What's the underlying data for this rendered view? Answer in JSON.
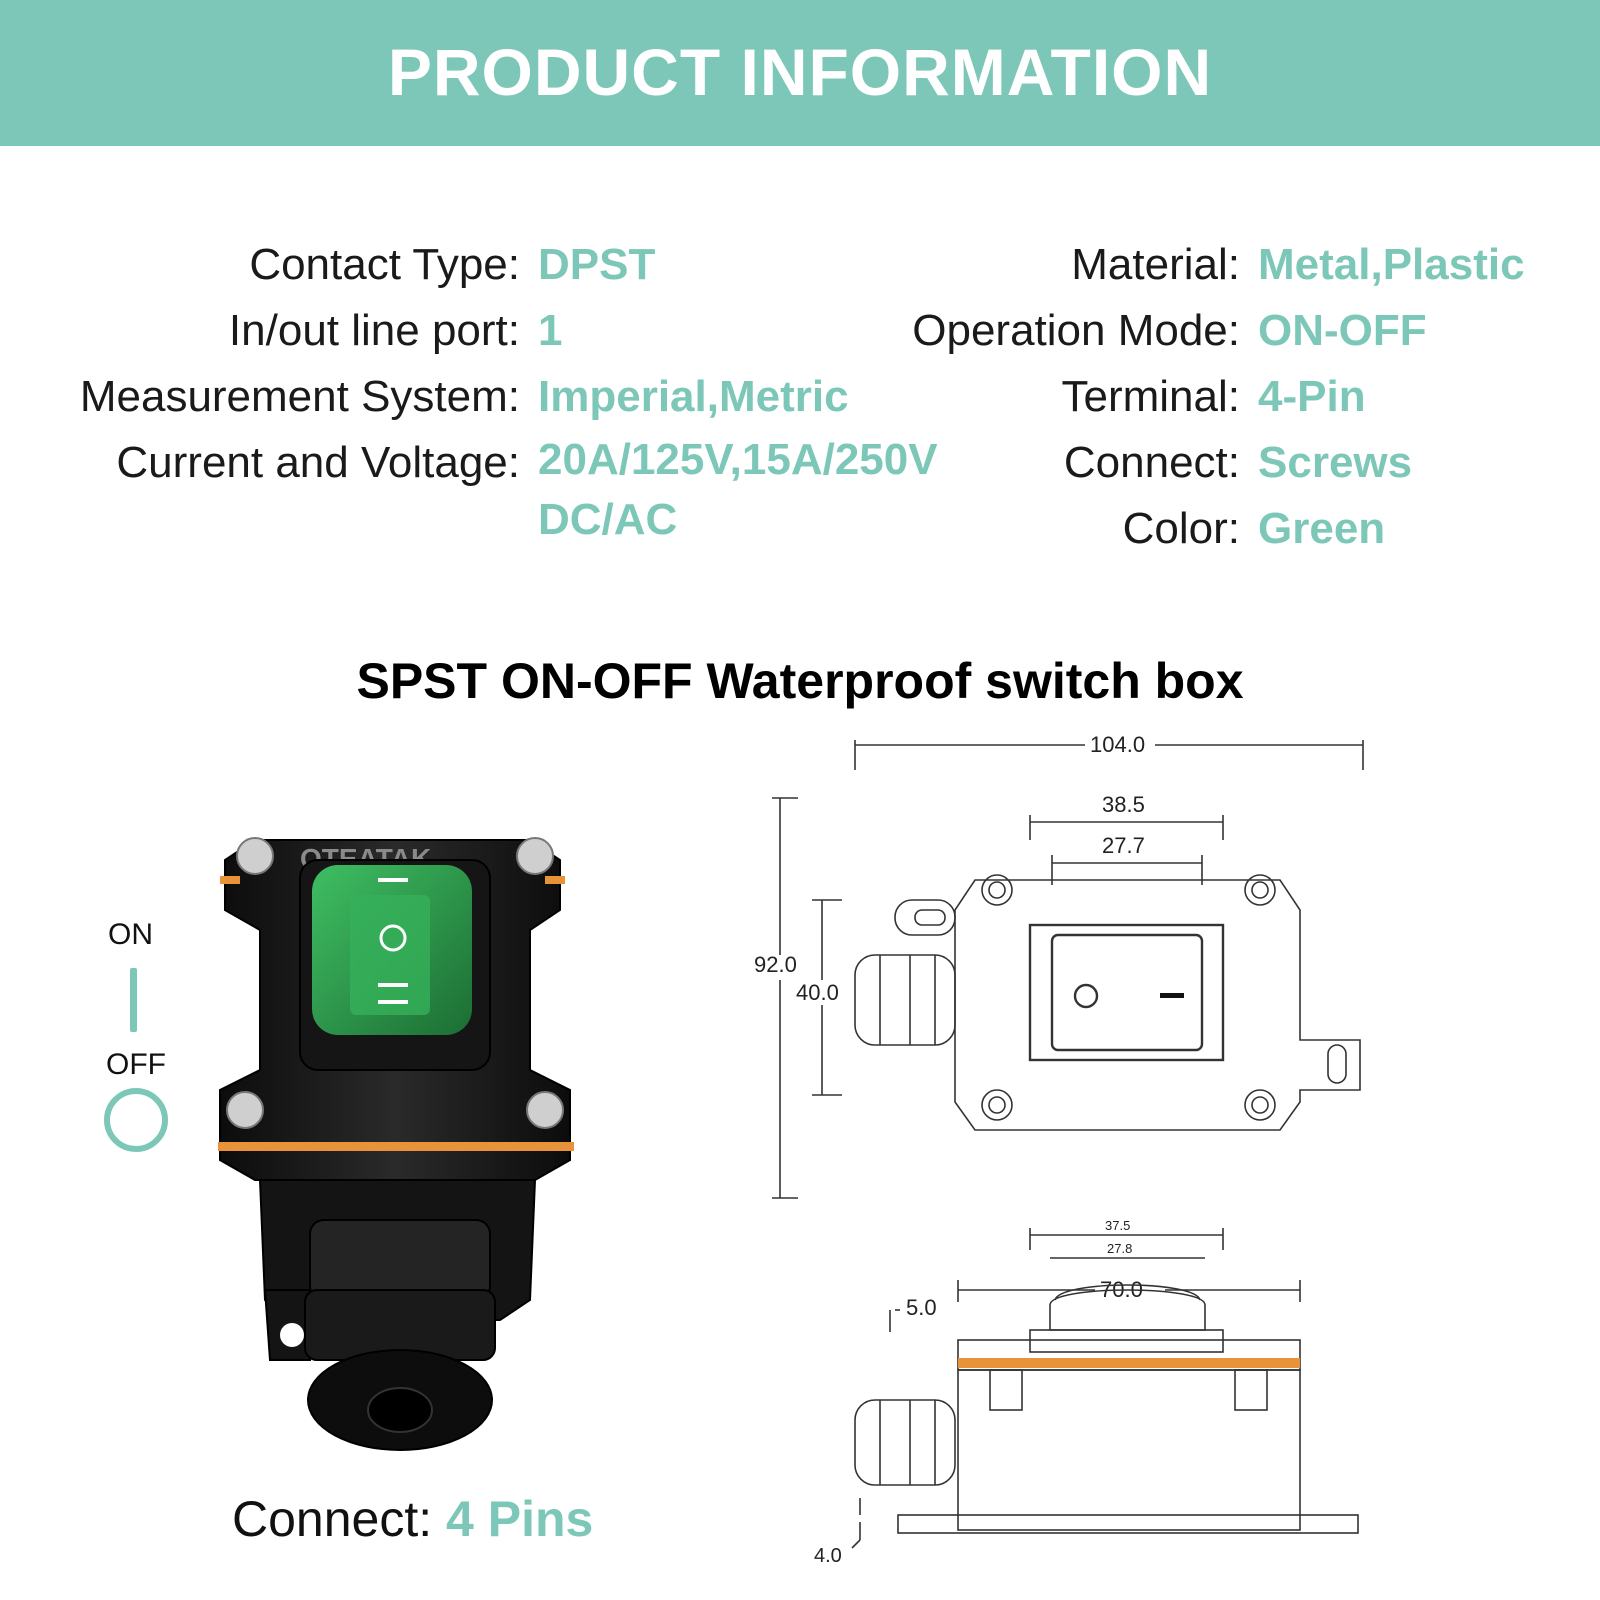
{
  "banner": {
    "title": "PRODUCT INFORMATION",
    "background": "#7dc7b9"
  },
  "specs_left": [
    {
      "label": "Contact Type:",
      "value": "DPST"
    },
    {
      "label": "In/out line port:",
      "value": "1"
    },
    {
      "label": "Measurement System:",
      "value": "Imperial,Metric"
    },
    {
      "label": "Current and Voltage:",
      "value": "20A/125V,15A/250V\nDC/AC"
    }
  ],
  "specs_right": [
    {
      "label": "Material:",
      "value": "Metal,Plastic"
    },
    {
      "label": "Operation Mode:",
      "value": "ON-OFF"
    },
    {
      "label": "Terminal:",
      "value": "4-Pin"
    },
    {
      "label": "Connect:",
      "value": "Screws"
    },
    {
      "label": "Color:",
      "value": "Green"
    }
  ],
  "section_title": "SPST ON-OFF Waterproof switch box",
  "legend": {
    "on": "ON",
    "off": "OFF"
  },
  "product": {
    "brand": "QTEATAK"
  },
  "connect": {
    "label": "Connect:",
    "value": "4 Pins"
  },
  "dimensions": {
    "overall_width": "104.0",
    "bezel_outer": "38.5",
    "bezel_inner": "27.7",
    "overall_height": "92.0",
    "body_height": "40.0",
    "side_outer": "37.5",
    "side_inner": "27.8",
    "side_width": "70.0",
    "lid_thickness": "5.0",
    "base_thickness": "4.0"
  },
  "colors": {
    "accent": "#7dc7b9",
    "gasket": "#e8923a",
    "switch_green": "#2e9b4a"
  }
}
